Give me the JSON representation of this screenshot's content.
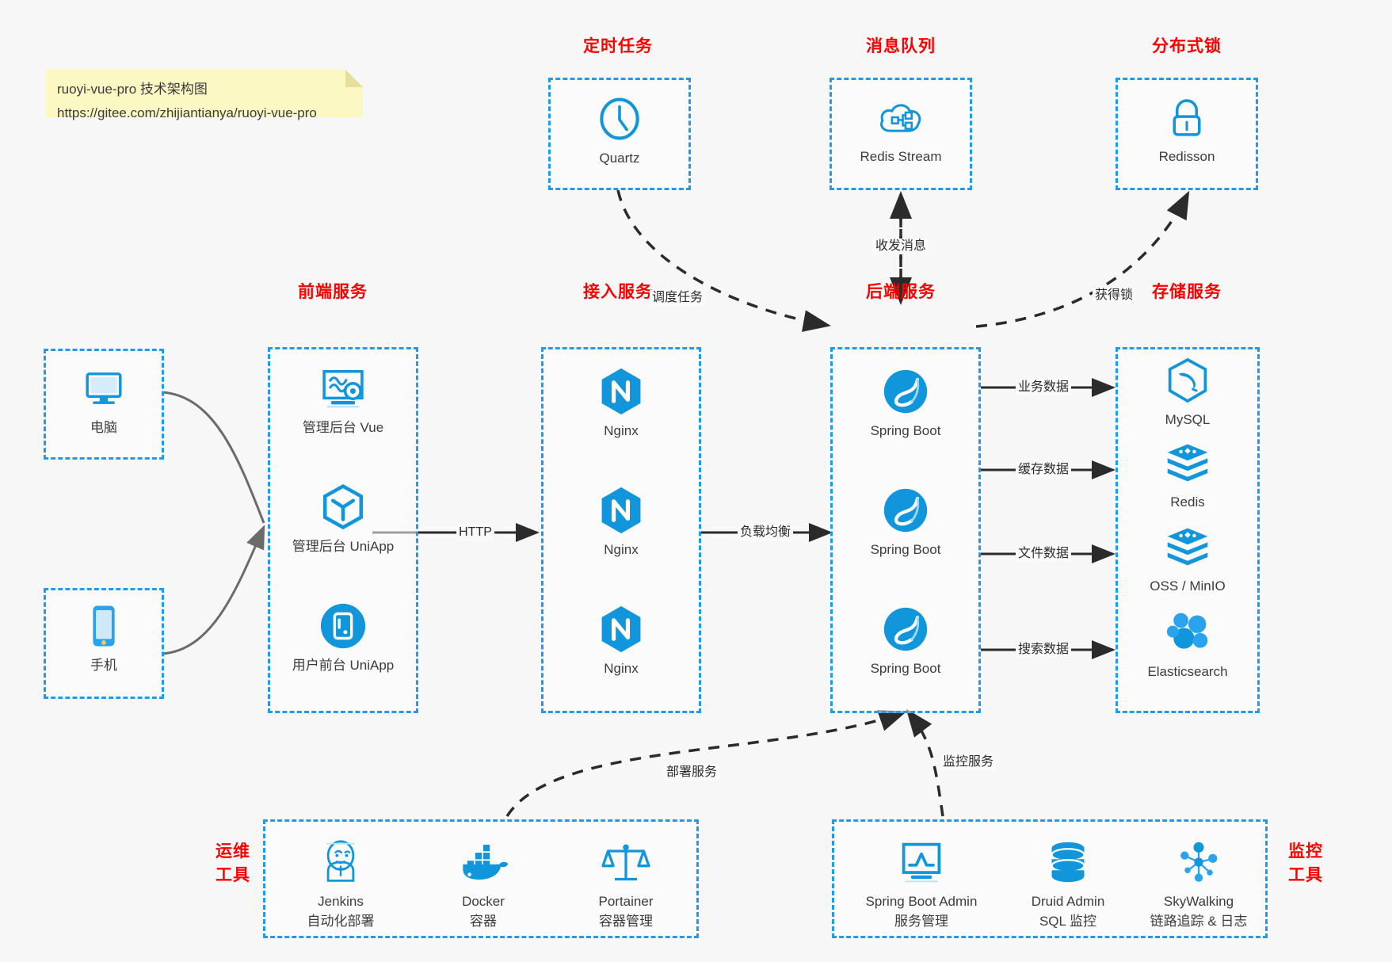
{
  "note": {
    "line1": "ruoyi-vue-pro 技术架构图",
    "line2": "https://gitee.com/zhijiantianya/ruoyi-vue-pro"
  },
  "colors": {
    "accent_blue": "#1e9bf0",
    "icon_blue": "#1296db",
    "title_red": "#ff0000",
    "background": "#f7f7f7",
    "edge_dark": "#2b2b2b",
    "note_yellow": "#fcf8c4"
  },
  "groups": {
    "scheduled_task": {
      "title": "定时任务",
      "nodes": [
        {
          "label": "Quartz",
          "icon": "clock-icon"
        }
      ]
    },
    "message_queue": {
      "title": "消息队列",
      "nodes": [
        {
          "label": "Redis Stream",
          "icon": "cloud-stream-icon"
        }
      ]
    },
    "distributed_lock": {
      "title": "分布式锁",
      "nodes": [
        {
          "label": "Redisson",
          "icon": "lock-icon"
        }
      ]
    },
    "clients": {
      "nodes": [
        {
          "label": "电脑",
          "icon": "desktop-icon"
        },
        {
          "label": "手机",
          "icon": "mobile-icon"
        }
      ]
    },
    "frontend": {
      "title": "前端服务",
      "nodes": [
        {
          "label": "管理后台 Vue",
          "icon": "dashboard-gear-icon"
        },
        {
          "label": "管理后台 UniApp",
          "icon": "cube-icon"
        },
        {
          "label": "用户前台 UniApp",
          "icon": "app-circle-icon"
        }
      ]
    },
    "gateway": {
      "title": "接入服务",
      "nodes": [
        {
          "label": "Nginx",
          "icon": "nginx-icon"
        },
        {
          "label": "Nginx",
          "icon": "nginx-icon"
        },
        {
          "label": "Nginx",
          "icon": "nginx-icon"
        }
      ]
    },
    "backend": {
      "title": "后端服务",
      "nodes": [
        {
          "label": "Spring Boot",
          "icon": "spring-icon"
        },
        {
          "label": "Spring Boot",
          "icon": "spring-icon"
        },
        {
          "label": "Spring Boot",
          "icon": "spring-icon"
        }
      ]
    },
    "storage": {
      "title": "存储服务",
      "nodes": [
        {
          "label": "MySQL",
          "icon": "mysql-icon"
        },
        {
          "label": "Redis",
          "icon": "redis-icon"
        },
        {
          "label": "OSS / MinIO",
          "icon": "oss-icon"
        },
        {
          "label": "Elasticsearch",
          "icon": "elasticsearch-icon"
        }
      ]
    },
    "devops": {
      "title": "运维\n工具",
      "title_line1": "运维",
      "title_line2": "工具",
      "nodes": [
        {
          "label": "Jenkins",
          "sublabel": "自动化部署",
          "icon": "jenkins-icon"
        },
        {
          "label": "Docker",
          "sublabel": "容器",
          "icon": "docker-icon"
        },
        {
          "label": "Portainer",
          "sublabel": "容器管理",
          "icon": "portainer-icon"
        }
      ]
    },
    "monitoring": {
      "title_line1": "监控",
      "title_line2": "工具",
      "nodes": [
        {
          "label": "Spring Boot Admin",
          "sublabel": "服务管理",
          "icon": "monitor-chart-icon"
        },
        {
          "label": "Druid Admin",
          "sublabel": "SQL 监控",
          "icon": "database-icon"
        },
        {
          "label": "SkyWalking",
          "sublabel": "链路追踪 & 日志",
          "icon": "skywalking-icon"
        }
      ]
    }
  },
  "edges": [
    {
      "id": "http",
      "label": "HTTP"
    },
    {
      "id": "load-balance",
      "label": "负载均衡"
    },
    {
      "id": "schedule-task",
      "label": "调度任务"
    },
    {
      "id": "send-receive-message",
      "label": "收发消息"
    },
    {
      "id": "acquire-lock",
      "label": "获得锁"
    },
    {
      "id": "business-data",
      "label": "业务数据"
    },
    {
      "id": "cache-data",
      "label": "缓存数据"
    },
    {
      "id": "file-data",
      "label": "文件数据"
    },
    {
      "id": "search-data",
      "label": "搜索数据"
    },
    {
      "id": "deploy-service",
      "label": "部署服务"
    },
    {
      "id": "monitor-service",
      "label": "监控服务"
    }
  ]
}
